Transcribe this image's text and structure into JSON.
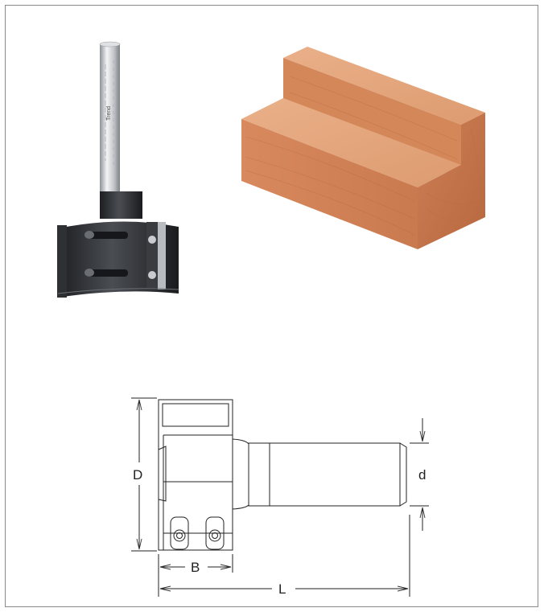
{
  "product_photo": {
    "shank_engraving": "Trend",
    "description_icon": "router-bit-photo"
  },
  "wood_sample": {
    "description_icon": "rebated-wood-block"
  },
  "drawing": {
    "labels": {
      "diameter": "D",
      "shank_diameter": "d",
      "cut_width": "B",
      "overall_length": "L"
    }
  },
  "colors": {
    "wood_face": "#d98f63",
    "wood_top": "#e7a67b",
    "wood_end": "#c9774c",
    "metal_dark": "#2a2c2f",
    "shank": "#c9ccd0"
  }
}
